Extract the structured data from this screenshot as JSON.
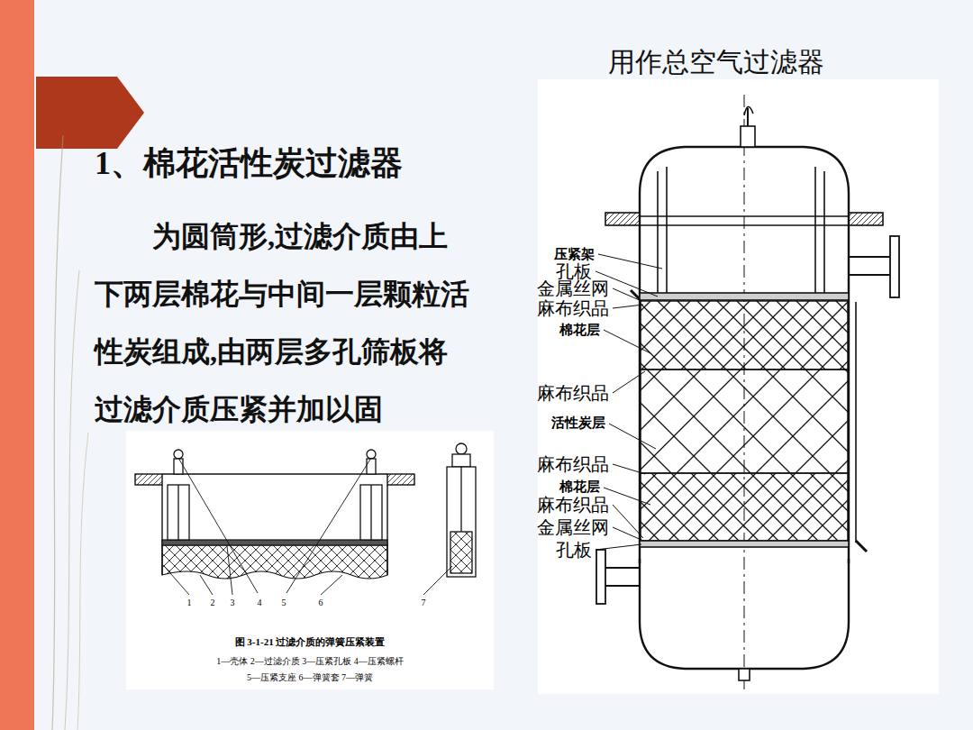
{
  "diagram": {
    "title": "1、棉花活性炭过滤器",
    "caption": "图 3-1-21 过滤介质的弹簧压紧装置",
    "labels": [
      "用作总空气过滤器",
      "为圆筒形,过滤介质由上下两层棉花与中间一层颗粒活性炭组成,由两层多孔筛板将过滤介质压紧并加以固",
      "压紧架",
      "孔板",
      "金属丝网",
      "麻布织品",
      "棉花层",
      "麻布织品",
      "活性炭层",
      "麻布织品",
      "棉花层",
      "麻布织品",
      "金属丝网",
      "孔板",
      "1",
      "2",
      "3",
      "4",
      "5",
      "6",
      "7",
      "1—壳体 2—过滤介质 3—压紧孔板 4—压紧螺杆",
      "5—压紧支座 6—弹簧套 7—弹簧"
    ]
  }
}
